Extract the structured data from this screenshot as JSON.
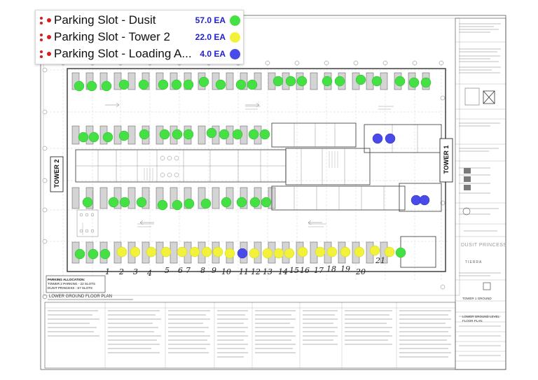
{
  "legend": {
    "items": [
      {
        "label": "Parking Slot - Dusit",
        "count": "57.0 EA",
        "color": "#44e044"
      },
      {
        "label": "Parking Slot - Tower 2",
        "count": "22.0 EA",
        "color": "#f2f23a"
      },
      {
        "label": "Parking Slot - Loading A...",
        "count": "4.0 EA",
        "color": "#4a4ae8"
      }
    ]
  },
  "plan": {
    "tower_left": "TOWER 2",
    "tower_right": "TOWER 1",
    "allocation": {
      "heading": "PARKING ALLOCATION:",
      "line1": "TOWER 2 PARKING - 22 SLOTS",
      "line2": "DUSIT PRINCESS - 57 SLOTS"
    },
    "drawing_title": "LOWER GROUND FLOOR PLAN",
    "slot_numbers": [
      "1",
      "2",
      "3",
      "4",
      "5",
      "6",
      "7",
      "8",
      "9",
      "10",
      "11",
      "12",
      "13",
      "14",
      "15",
      "16",
      "17",
      "18",
      "19",
      "20",
      "21"
    ],
    "brand": "DUSIT PRINCESS",
    "brand_sub": "TIERRA",
    "sheet_title": "LOWER GROUND LEVEL FLOOR PLAN",
    "tower_label": "TOWER 1 GROUND"
  }
}
